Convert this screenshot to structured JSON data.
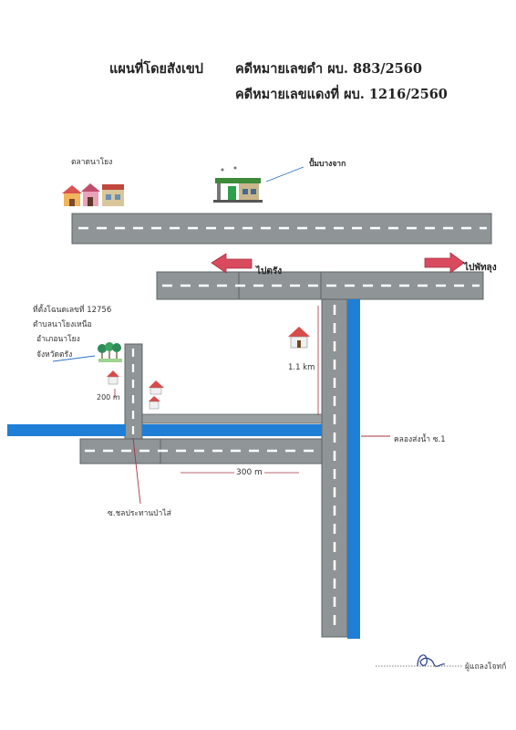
{
  "title": {
    "line1_left": "แผนที่โดยสังเขป",
    "line1_right": "คดีหมายเลขดำ ผบ. 883/2560",
    "line2": "คดีหมายเลขแดงที่ ผบ. 1216/2560"
  },
  "labels": {
    "market": "ตลาดนาโยง",
    "gas_station": "ปั้มบางจาก",
    "to_trang": "ไปตรัง",
    "to_phatthalung": "ไปพัทลุง",
    "land_line1": "ที่ตั้งโฉนดเลขที่ 12756",
    "land_line2": "ตำบลนาโยงเหนือ",
    "land_line3": "อำเภอนาโยง",
    "land_line4": "จังหวัดตรัง",
    "dist_200": "200 m",
    "dist_1_1km": "1.1 km",
    "dist_300": "300 m",
    "canal": "คลองส่งน้ำ ซ.1",
    "alley": "ซ.ชลประทานป่าไส่",
    "signer": "ผู้แถลงโจทก์"
  },
  "colors": {
    "road": "#8f9597",
    "road_border": "#5e6466",
    "canal": "#1f7fd6",
    "arrow": "#d94a5e",
    "leader": "#2c72c9"
  },
  "icons": [
    "shop-icon",
    "gas-station-icon",
    "house-icon",
    "tree-icon",
    "arrow-left-icon",
    "arrow-right-icon",
    "signature-icon"
  ]
}
